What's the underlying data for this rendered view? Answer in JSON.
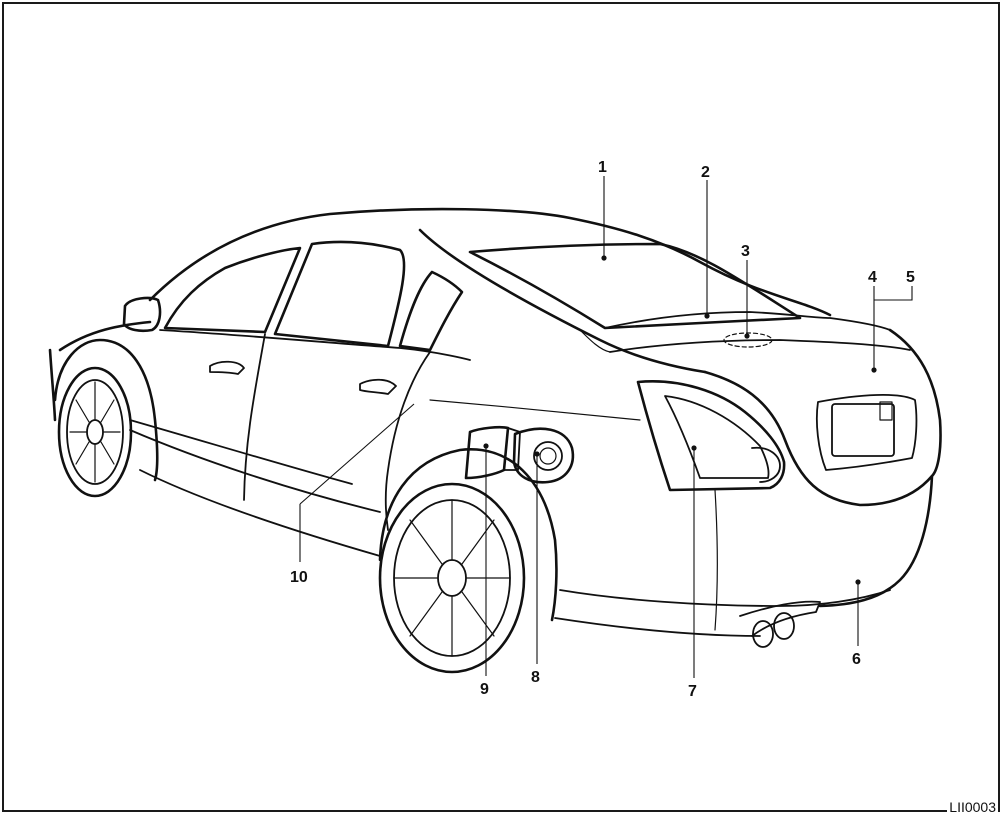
{
  "figure_id": "LII0003",
  "callouts": [
    {
      "num": "1"
    },
    {
      "num": "2"
    },
    {
      "num": "3"
    },
    {
      "num": "4"
    },
    {
      "num": "5"
    },
    {
      "num": "6"
    },
    {
      "num": "7"
    },
    {
      "num": "8"
    },
    {
      "num": "9"
    },
    {
      "num": "10"
    }
  ]
}
